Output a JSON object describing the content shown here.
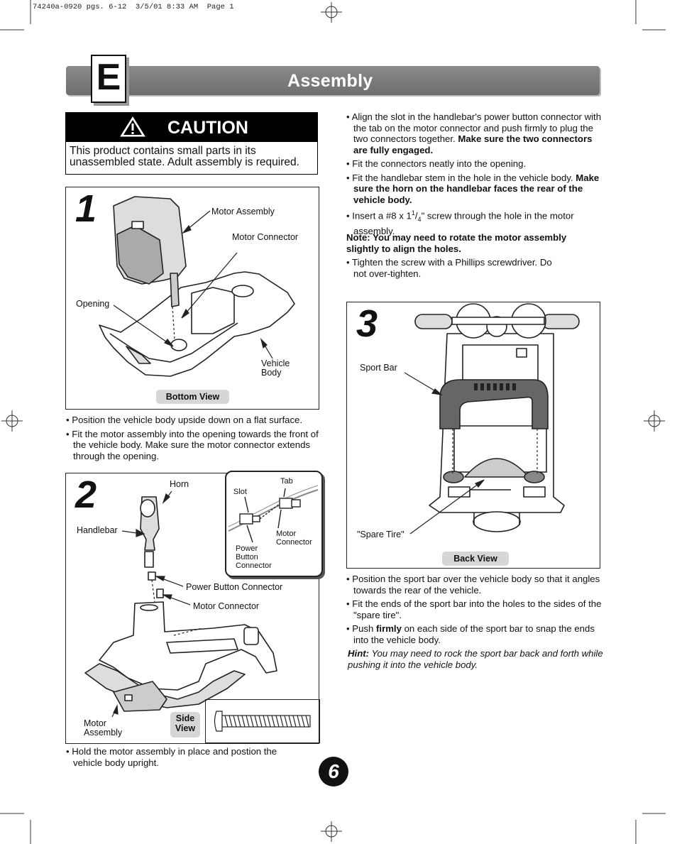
{
  "slug": "74240a-0920 pgs. 6-12  3/5/01 8:33 AM  Page 1",
  "section": {
    "letter": "E",
    "title": "Assembly"
  },
  "caution": {
    "title": "CAUTION",
    "body": "This product contains small parts in its unassembled state. Adult assembly is required."
  },
  "step1": {
    "number": "1",
    "labels": {
      "motor_assembly": "Motor Assembly",
      "motor_connector": "Motor Connector",
      "opening": "Opening",
      "vehicle_body": "Vehicle Body",
      "view": "Bottom View"
    },
    "bullets": [
      "Position the vehicle body upside down on a flat surface.",
      "Fit the motor assembly into the opening towards the front of the vehicle body. Make sure the motor connector extends through the opening."
    ]
  },
  "step2": {
    "number": "2",
    "labels": {
      "horn": "Horn",
      "handlebar": "Handlebar",
      "power_button_connector": "Power Button Connector",
      "motor_connector": "Motor Connector",
      "motor_assembly": "Motor Assembly",
      "view": "Side View"
    },
    "inset": {
      "slot": "Slot",
      "tab": "Tab",
      "motor_connector": "Motor Connector",
      "power_button_connector": "Power Button Connector"
    },
    "bullets": [
      "Hold the motor assembly in place and postion the vehicle body upright."
    ]
  },
  "right_column": {
    "bullets": [
      {
        "text": "Align the slot in the handlebar's power button connector with the tab on the motor connector and push firmly to plug the two connectors together. ",
        "bold": "Make sure the two connectors are fully engaged."
      },
      {
        "text": "Fit the connectors neatly into the opening.",
        "bold": ""
      },
      {
        "text": "Fit the handlebar stem in the hole in the vehicle body. ",
        "bold": "Make sure the horn on the handlebar faces the rear of the vehicle body."
      }
    ],
    "screw": {
      "pre": "Insert a #8 x 1",
      "sup": "1",
      "sub": "4",
      "post": "\" screw through the hole in the motor assembly."
    },
    "note": "Note: You may need to rotate the motor assembly slightly to align the holes.",
    "tighten": "Tighten the screw with a Phillips screwdriver. Do not over-tighten."
  },
  "step3": {
    "number": "3",
    "labels": {
      "sport_bar": "Sport Bar",
      "spare_tire": "\"Spare Tire\"",
      "view": "Back View"
    },
    "bullets": [
      {
        "pre": "Position the sport bar over the vehicle body so that it angles towards the rear of the vehicle.",
        "bold": "",
        "post": ""
      },
      {
        "pre": "Fit the ends of the sport bar into the holes to the sides of the \"spare tire\".",
        "bold": "",
        "post": ""
      },
      {
        "pre": "Push ",
        "bold": "firmly",
        "post": " on each side of the sport bar to snap the ends into the vehicle body."
      }
    ],
    "hint_label": "Hint:",
    "hint": "You may need to rock the sport bar back and forth while pushing it into the vehicle body."
  },
  "page_number": "6",
  "colors": {
    "banner": "#7a7a7a",
    "pill": "#d6d6d6",
    "sport_bar": "#666666"
  },
  "icons": [
    "warning-triangle-icon"
  ]
}
